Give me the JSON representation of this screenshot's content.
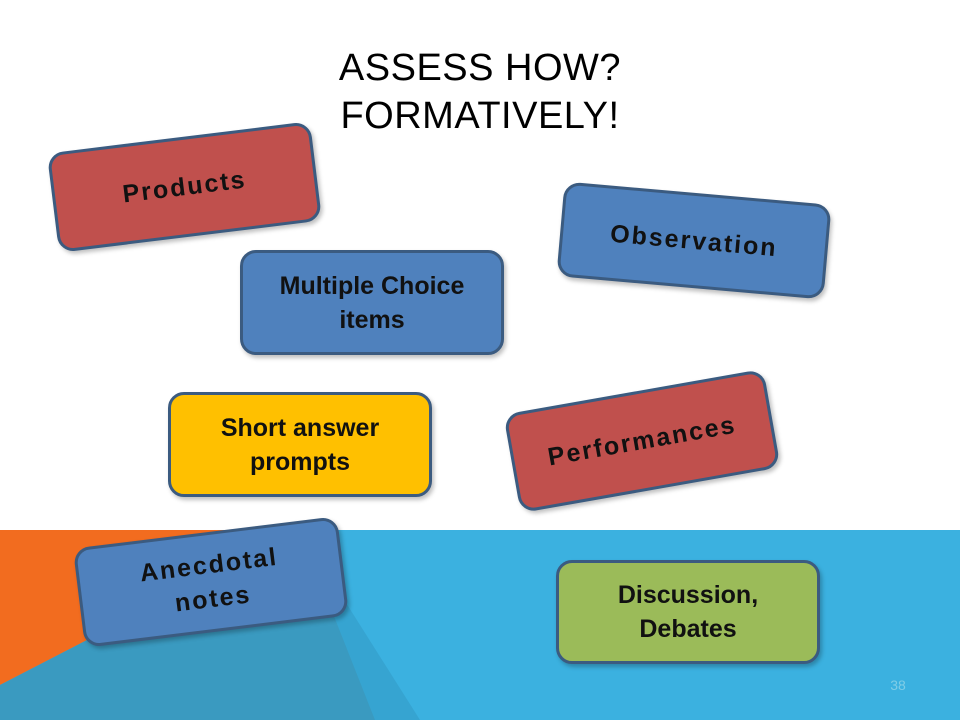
{
  "slide": {
    "title_line1": "ASSESS HOW?",
    "title_line2": "FORMATIVELY!",
    "page_number": "38"
  },
  "boxes": {
    "products": "Products",
    "observation": "Observation",
    "multiple_choice_line1": "Multiple Choice",
    "multiple_choice_line2": "items",
    "short_answer_line1": "Short answer",
    "short_answer_line2": "prompts",
    "performances": "Performances",
    "anecdotal_line1": "Anecdotal",
    "anecdotal_line2": "notes",
    "discussion_line1": "Discussion,",
    "discussion_line2": "Debates"
  },
  "colors": {
    "red": "#c0504d",
    "blue": "#4f81bd",
    "yellow": "#ffc000",
    "green": "#9bbb59",
    "sky_blue_band": "#3bb1e0",
    "orange_corner": "#f26c1f",
    "teal_triangle": "#3a9ac0"
  }
}
